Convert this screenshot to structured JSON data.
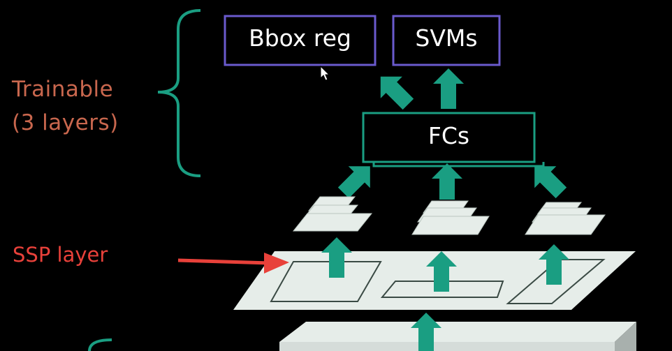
{
  "labels": {
    "trainable_line1": "Trainable",
    "trainable_line2": "(3 layers)",
    "ssp_layer": "SSP layer"
  },
  "boxes": {
    "bbox_reg": "Bbox reg",
    "svms": "SVMs",
    "fcs": "FCs"
  },
  "colors": {
    "background": "#000000",
    "teal": "#1a9e82",
    "purple": "#6a5acd",
    "trainable_text": "#c9674e",
    "ssp_text": "#e8413a",
    "layer_fill": "#e6ede9",
    "red_arrow": "#e8413a"
  },
  "icons": [
    "cursor-pointer-icon",
    "up-arrow-icon",
    "red-pointer-arrow-icon"
  ]
}
